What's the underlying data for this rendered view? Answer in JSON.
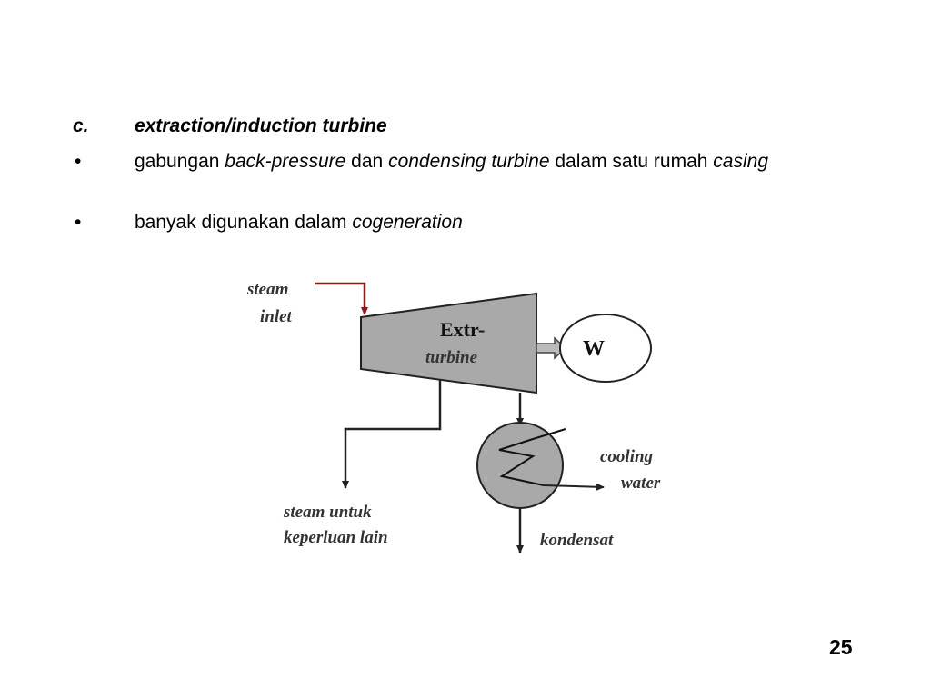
{
  "slide": {
    "heading_marker": "c.",
    "heading_text": "extraction/induction turbine",
    "bullets": [
      {
        "marker": "•",
        "parts": [
          "gabungan ",
          "back-pressure",
          " dan ",
          "condensing turbine",
          " dalam satu rumah ",
          "casing"
        ]
      },
      {
        "marker": "•",
        "parts": [
          "banyak digunakan dalam ",
          "cogeneration"
        ]
      }
    ],
    "page_number": "25"
  },
  "diagram": {
    "steam_inlet_line1": "steam",
    "steam_inlet_line2": "inlet",
    "turbine_line1": "Extr-",
    "turbine_line2": "turbine",
    "work_label": "W",
    "cooling_line1": "cooling",
    "cooling_line2": "water",
    "extraction_line1": "steam untuk",
    "extraction_line2": "keperluan lain",
    "condensate_label": "kondensat",
    "colors": {
      "turbine_fill": "#a9a9a9",
      "condenser_fill": "#a9a9a9",
      "inlet_line": "#8b1a1a",
      "line": "#222222"
    }
  }
}
